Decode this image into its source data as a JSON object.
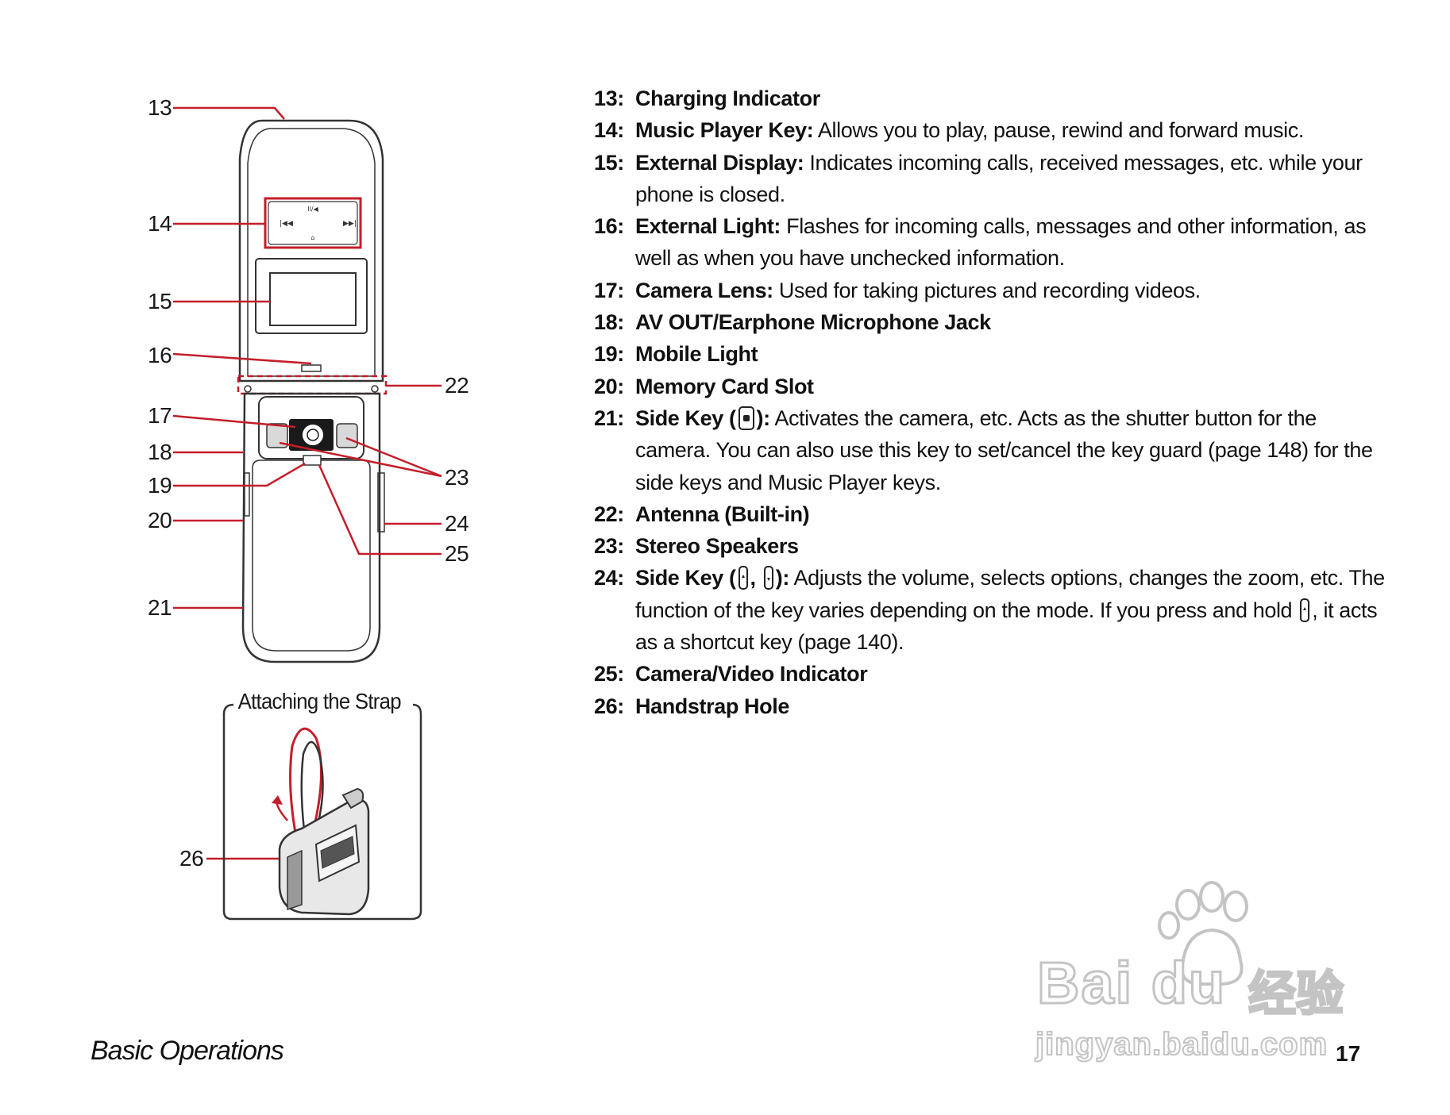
{
  "diagram": {
    "callouts": [
      "13",
      "14",
      "15",
      "16",
      "17",
      "18",
      "19",
      "20",
      "21",
      "22",
      "23",
      "24",
      "25",
      "26"
    ],
    "strap_caption": "Attaching the Strap",
    "colors": {
      "leader": "#c41e2a",
      "outline": "#333333"
    }
  },
  "parts": [
    {
      "num": "13:",
      "label": "Charging Indicator",
      "desc": ""
    },
    {
      "num": "14:",
      "label": "Music Player Key:",
      "desc": " Allows you to play, pause, rewind and forward music."
    },
    {
      "num": "15:",
      "label": "External Display:",
      "desc": " Indicates incoming calls, received messages, etc. while your phone is closed."
    },
    {
      "num": "16:",
      "label": "External Light:",
      "desc": " Flashes for incoming calls, messages and other information, as well as when you have unchecked information."
    },
    {
      "num": "17:",
      "label": "Camera Lens:",
      "desc": " Used for taking pictures and recording videos."
    },
    {
      "num": "18:",
      "label": "AV OUT/Earphone Microphone Jack",
      "desc": ""
    },
    {
      "num": "19:",
      "label": "Mobile Light",
      "desc": ""
    },
    {
      "num": "20:",
      "label": "Memory Card Slot",
      "desc": ""
    },
    {
      "num": "21:",
      "label_a": "Side Key (",
      "label_b": "):",
      "desc": " Activates the camera, etc. Acts as the shutter button for the camera. You can also use this key to set/cancel the key guard (page 148) for the side keys and Music Player keys."
    },
    {
      "num": "22:",
      "label": "Antenna (Built-in)",
      "desc": ""
    },
    {
      "num": "23:",
      "label": "Stereo Speakers",
      "desc": ""
    },
    {
      "num": "24:",
      "label_a": "Side Key (",
      "label_sep": ", ",
      "label_b": "):",
      "desc_a": " Adjusts the volume, selects options, changes the zoom, etc. The function of the key varies depending on the mode. If you press and hold ",
      "desc_b": ", it acts as a shortcut key (page 140)."
    },
    {
      "num": "25:",
      "label": "Camera/Video Indicator",
      "desc": ""
    },
    {
      "num": "26:",
      "label": "Handstrap Hole",
      "desc": ""
    }
  ],
  "footer": {
    "section": "Basic Operations",
    "page_number": "17"
  },
  "watermark": {
    "brand": "Bai du",
    "cn": "经验",
    "url": "jingyan.baidu.com"
  }
}
